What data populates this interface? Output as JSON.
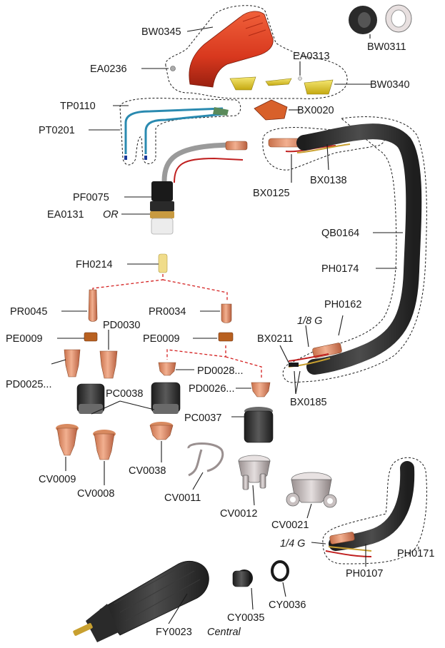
{
  "labels": {
    "bw0345": "BW0345",
    "ea0236": "EA0236",
    "ea0313": "EA0313",
    "bw0311": "BW0311",
    "bw0340": "BW0340",
    "tp0110": "TP0110",
    "bx0020": "BX0020",
    "pt0201": "PT0201",
    "bx0138": "BX0138",
    "bx0125": "BX0125",
    "pf0075": "PF0075",
    "ea0131": "EA0131",
    "ea0131_suffix": "OR",
    "qb0164": "QB0164",
    "fh0214": "FH0214",
    "ph0174": "PH0174",
    "pr0045": "PR0045",
    "pr0034": "PR0034",
    "ph0162": "PH0162",
    "pd0030": "PD0030",
    "one_eighth_g": "1/8 G",
    "pe0009_left": "PE0009",
    "pe0009_right": "PE0009",
    "bx0211": "BX0211",
    "pd0025": "PD0025...",
    "pd0028": "PD0028...",
    "pc0038": "PC0038",
    "pd0026": "PD0026...",
    "bx0185": "BX0185",
    "pc0037": "PC0037",
    "cv0009": "CV0009",
    "cv0038": "CV0038",
    "cv0008": "CV0008",
    "cv0011": "CV0011",
    "cv0012": "CV0012",
    "cv0021": "CV0021",
    "one_quarter_g": "1/4 G",
    "ph0171": "PH0171",
    "ph0107": "PH0107",
    "cy0036": "CY0036",
    "cy0035": "CY0035",
    "fy0023": "FY0023",
    "fy0023_suffix": "Central"
  },
  "colors": {
    "copper": "#e0936a",
    "handle_red": "#d8381e",
    "black_part": "#2a2a2a",
    "grey_part": "#b8b0b0",
    "yellow_part": "#e8d230",
    "red_dashed_link": "#d42020"
  }
}
